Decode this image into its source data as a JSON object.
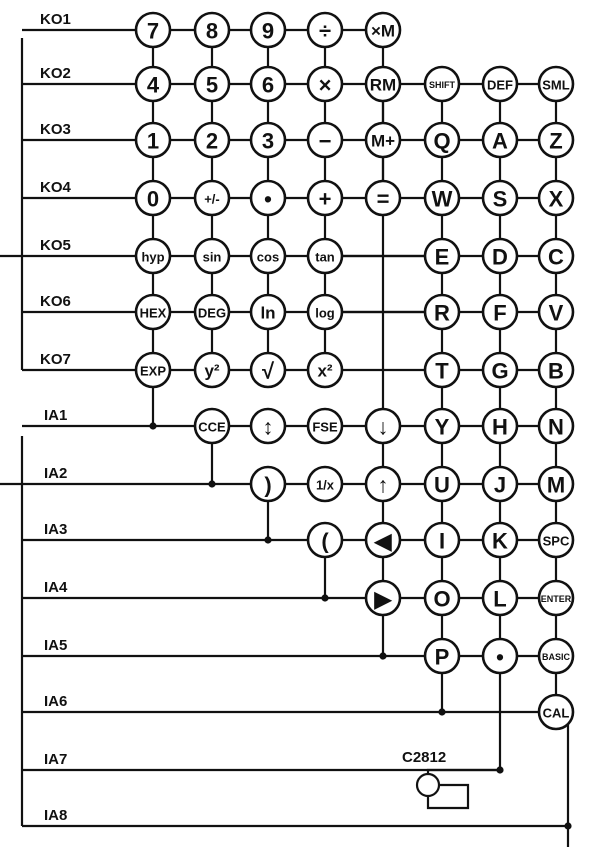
{
  "row_labels": [
    "KO1",
    "KO2",
    "KO3",
    "KO4",
    "KO5",
    "KO6",
    "KO7"
  ],
  "col_labels": [
    "IA1",
    "IA2",
    "IA3",
    "IA4",
    "IA5",
    "IA6",
    "IA7",
    "IA8"
  ],
  "transistor_label": "C2812",
  "keys": [
    [
      "7",
      "8",
      "9",
      "÷",
      "×M",
      "",
      "",
      "",
      ""
    ],
    [
      "4",
      "5",
      "6",
      "×",
      "RM",
      "SHIFT",
      "DEF",
      "SML",
      ""
    ],
    [
      "1",
      "2",
      "3",
      "−",
      "M+",
      "Q",
      "A",
      "Z",
      ""
    ],
    [
      "0",
      "+/-",
      "•",
      "+",
      "=",
      "W",
      "S",
      "X",
      ""
    ],
    [
      "hyp",
      "sin",
      "cos",
      "tan",
      "",
      "E",
      "D",
      "C",
      ""
    ],
    [
      "HEX",
      "DEG",
      "ln",
      "log",
      "",
      "R",
      "F",
      "V",
      ""
    ],
    [
      "EXP",
      "y²",
      "√",
      "x²",
      "",
      "T",
      "G",
      "B",
      ""
    ],
    [
      "",
      "CCE",
      "↕",
      "FSE",
      "↓",
      "Y",
      "H",
      "N",
      ""
    ],
    [
      "",
      "",
      ")",
      "1/x",
      "↑",
      "U",
      "J",
      "M",
      ""
    ],
    [
      "",
      "",
      "",
      "(",
      "◀",
      "I",
      "K",
      "SPC",
      ""
    ],
    [
      "",
      "",
      "",
      "",
      "▶",
      "O",
      "L",
      "ENTER",
      ""
    ],
    [
      "",
      "",
      "",
      "",
      "",
      "P",
      "•",
      "BASIC",
      ""
    ],
    [
      "",
      "",
      "",
      "",
      "",
      "",
      "",
      "CAL",
      ""
    ]
  ]
}
